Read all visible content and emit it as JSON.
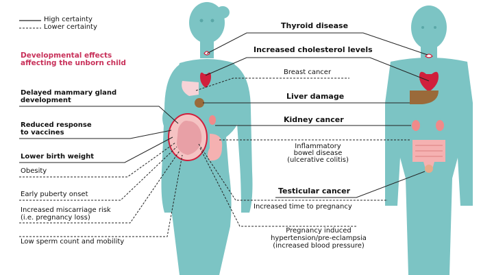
{
  "legend": {
    "high_label": "High certainty",
    "low_label": "Lower certainty"
  },
  "child_section": {
    "title_line1": "Developmental effects",
    "title_line2": "affecting the unborn child"
  },
  "left_effects": [
    {
      "line1": "Delayed mammary gland",
      "line2": "development",
      "certainty": "high"
    },
    {
      "line1": "Reduced response",
      "line2": "to vaccines",
      "certainty": "high"
    },
    {
      "line1": "Lower birth weight",
      "line2": "",
      "certainty": "high"
    },
    {
      "line1": "Obesity",
      "line2": "",
      "certainty": "low"
    },
    {
      "line1": "Early puberty onset",
      "line2": "",
      "certainty": "low"
    },
    {
      "line1": "Increased miscarriage risk",
      "line2": "(i.e. pregnancy loss)",
      "certainty": "low"
    },
    {
      "line1": "Low sperm count and mobility",
      "line2": "",
      "certainty": "low"
    }
  ],
  "center_effects": [
    {
      "line1": "Thyroid disease",
      "line2": "",
      "line3": "",
      "certainty": "high"
    },
    {
      "line1": "Increased cholesterol levels",
      "line2": "",
      "line3": "",
      "certainty": "high"
    },
    {
      "line1": "Breast cancer",
      "line2": "",
      "line3": "",
      "certainty": "low"
    },
    {
      "line1": "Liver damage",
      "line2": "",
      "line3": "",
      "certainty": "high"
    },
    {
      "line1": "Kidney cancer",
      "line2": "",
      "line3": "",
      "certainty": "high"
    },
    {
      "line1": "Inflammatory",
      "line2": "bowel disease",
      "line3": "(ulcerative colitis)",
      "certainty": "low"
    },
    {
      "line1": "Testicular cancer",
      "line2": "",
      "line3": "",
      "certainty": "high"
    },
    {
      "line1": "Increased time to pregnancy",
      "line2": "",
      "line3": "",
      "certainty": "low"
    },
    {
      "line1": "Pregnancy induced",
      "line2": "hypertension/pre-eclampsia",
      "line3": "(increased blood pressure)",
      "certainty": "low"
    }
  ],
  "colors": {
    "body": "#7cc4c4",
    "body_shadow": "#66b2b3",
    "organ_red": "#d01f3c",
    "kidney": "#f08a8a",
    "liver": "#9a6a3a",
    "intestine": "#f5b1b1",
    "fetus_pink": "#f5c3c3",
    "accent_red": "#c8315a",
    "line": "#222222"
  }
}
